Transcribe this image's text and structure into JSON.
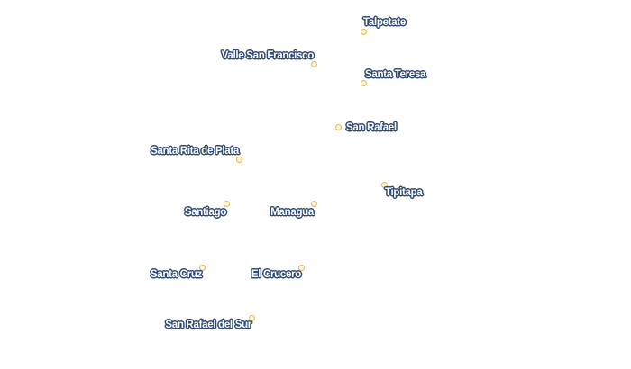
{
  "colors": {
    "background": "#ffffff",
    "marker_fill": "#fff7dc",
    "marker_stroke": "#e5b55a",
    "label_text": "#ffffff",
    "label_halo": "#2f4a72"
  },
  "places": [
    {
      "id": "talpetate",
      "name": "Talpetate"
    },
    {
      "id": "valle-san-francisco",
      "name": "Valle San Francisco"
    },
    {
      "id": "santa-teresa",
      "name": "Santa Teresa"
    },
    {
      "id": "san-rafael",
      "name": "San Rafael"
    },
    {
      "id": "santa-rita-de-plata",
      "name": "Santa Rita de Plata"
    },
    {
      "id": "tipitapa",
      "name": "Tipitapa"
    },
    {
      "id": "santiago",
      "name": "Santiago"
    },
    {
      "id": "managua",
      "name": "Managua"
    },
    {
      "id": "santa-cruz",
      "name": "Santa Cruz"
    },
    {
      "id": "el-crucero",
      "name": "El Crucero"
    },
    {
      "id": "san-rafael-del-sur",
      "name": "San Rafael del Sur"
    }
  ]
}
